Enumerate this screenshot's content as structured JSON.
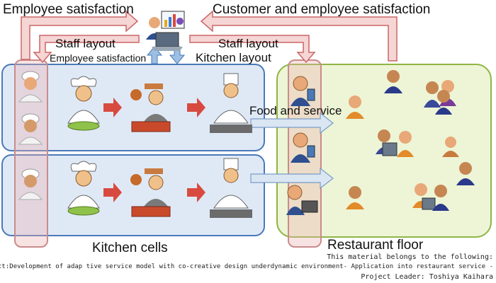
{
  "labels": {
    "employee_satisfaction_top": "Employee satisfaction",
    "customer_employee_satisfaction": "Customer and employee satisfaction",
    "staff_layout_left": "Staff layout",
    "staff_layout_right": "Staff layout",
    "employee_satisfaction_small": "Employee satisfaction",
    "kitchen_layout": "Kitchen layout",
    "food_and_service": "Food and service",
    "kitchen_cells": "Kitchen cells",
    "restaurant_floor": "Restaurant floor"
  },
  "credit": {
    "line1": "This material belongs to the following:",
    "line2": "Project:Development of adap tive service model with co-creative design underdynamic environment- Application into restaurant service -",
    "line3": "Project Leader: Toshiya Kaihara"
  },
  "colors": {
    "kitchen_panel": "#dfe9f6",
    "floor_panel": "#edf5d6",
    "feedback_arrow": "#f6d5d5",
    "process_arrow": "#d84a3f",
    "flow_arrow": "#dbe6f3"
  },
  "icons": [
    "manager-computer-icon",
    "cook-icon",
    "chef-icon",
    "customer-icon",
    "waiter-icon",
    "cashier-icon"
  ]
}
